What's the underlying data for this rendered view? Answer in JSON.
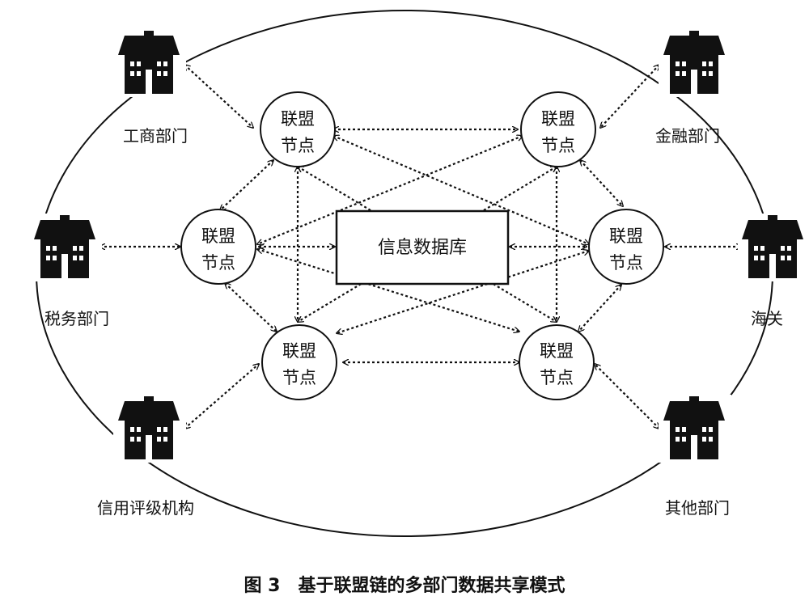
{
  "caption": "图 3　基于联盟链的多部门数据共享模式",
  "database": {
    "label": "信息数据库"
  },
  "node": {
    "line1": "联盟",
    "line2": "节点"
  },
  "departments": [
    {
      "id": "dept-gongshang",
      "label": "工商部门"
    },
    {
      "id": "dept-jinrong",
      "label": "金融部门"
    },
    {
      "id": "dept-shuiwu",
      "label": "税务部门"
    },
    {
      "id": "dept-haiguan",
      "label": "海关"
    },
    {
      "id": "dept-xinyong",
      "label": "信用评级机构"
    },
    {
      "id": "dept-qita",
      "label": "其他部门"
    }
  ],
  "icons": {
    "department": "building-icon",
    "link": "dotted-double-arrow-icon"
  },
  "colors": {
    "stroke": "#111111",
    "background": "#ffffff"
  }
}
